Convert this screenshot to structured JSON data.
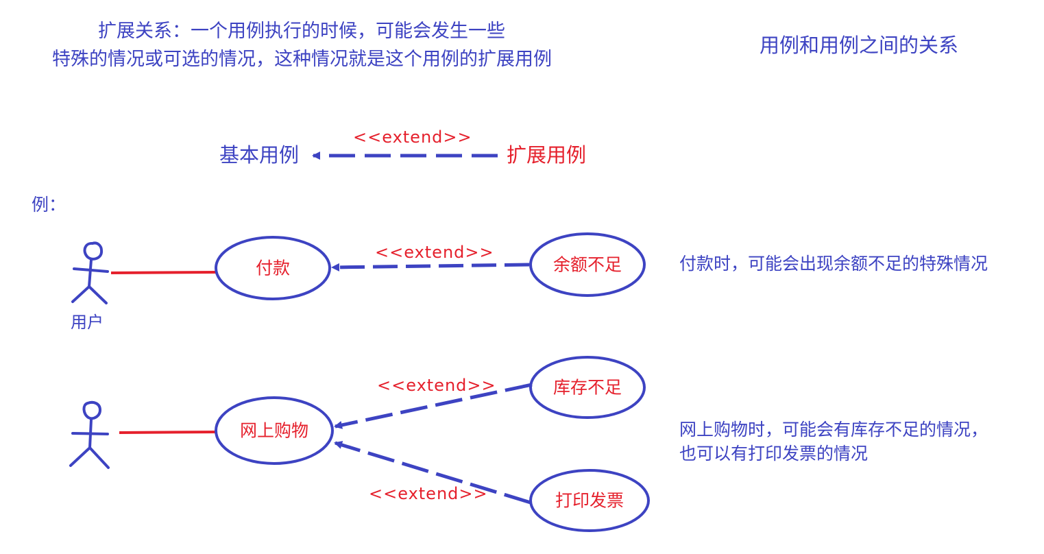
{
  "colors": {
    "blue": "#3d43c2",
    "red": "#e5202c",
    "background": "#ffffff"
  },
  "header": {
    "definition_line1": "扩展关系：一个用例执行的时候，可能会发生一些",
    "definition_line2": "特殊的情况或可选的情况，这种情况就是这个用例的扩展用例",
    "topic": "用例和用例之间的关系"
  },
  "legend": {
    "base_label": "基本用例",
    "extension_label": "扩展用例",
    "stereotype": "<<extend>>"
  },
  "example_label": "例：",
  "example1": {
    "actor_label": "用户",
    "base_use_case": "付款",
    "extension_use_case": "余额不足",
    "stereotype": "<<extend>>",
    "note": "付款时，可能会出现余额不足的特殊情况"
  },
  "example2": {
    "actor_label": "",
    "base_use_case": "网上购物",
    "extension_use_case_1": "库存不足",
    "extension_use_case_2": "打印发票",
    "stereotype_1": "<<extend>>",
    "stereotype_2": "<<extend>>",
    "note_line1": "网上购物时，可能会有库存不足的情况，",
    "note_line2": "也可以有打印发票的情况"
  }
}
